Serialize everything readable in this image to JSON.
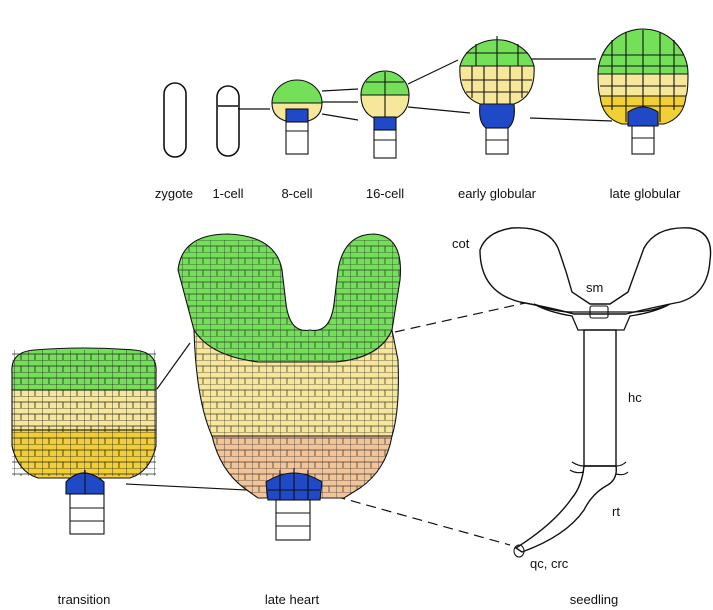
{
  "colors": {
    "green": "#74e05a",
    "light_yellow": "#f7e79a",
    "yellow": "#f2cf34",
    "peach": "#f4c499",
    "blue": "#1f49c7",
    "dark_green": "#2f7a2f",
    "stroke": "#111111"
  },
  "stages": {
    "zygote": "zygote",
    "one_cell": "1-cell",
    "eight_cell": "8-cell",
    "sixteen_cell": "16-cell",
    "early_globular": "early globular",
    "late_globular": "late globular",
    "transition": "transition",
    "late_heart": "late heart",
    "seedling": "seedling"
  },
  "seedling_parts": {
    "cot": "cot",
    "sm": "sm",
    "hc": "hc",
    "rt": "rt",
    "qc_crc": "qc, crc"
  }
}
